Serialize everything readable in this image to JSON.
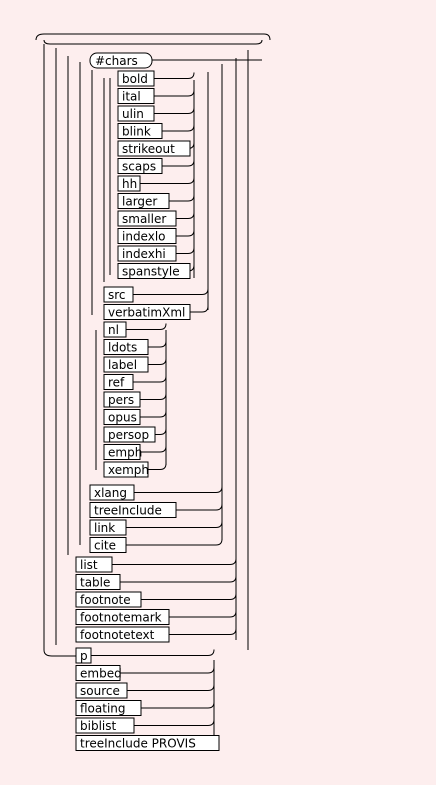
{
  "diagram": {
    "start_token": "#chars",
    "inline_styles": [
      "bold",
      "ital",
      "ulin",
      "blink",
      "strikeout",
      "scaps",
      "hh",
      "larger",
      "smaller",
      "indexlo",
      "indexhi",
      "spanstyle"
    ],
    "code_items": [
      "src",
      "verbatimXml"
    ],
    "phrase_items": [
      "nl",
      "ldots",
      "label",
      "ref",
      "pers",
      "opus",
      "persop",
      "emph",
      "xemph"
    ],
    "link_items": [
      "xlang",
      "treeInclude",
      "link",
      "cite"
    ],
    "block_items": [
      "list",
      "table",
      "footnote",
      "footnotemark",
      "footnotetext"
    ],
    "para_items": [
      "p",
      "embed",
      "source",
      "floating",
      "biblist",
      "treeInclude  PROVIS"
    ]
  },
  "colors": {
    "background": "#fdeeee",
    "box": "#ffffff",
    "line": "#000000"
  }
}
